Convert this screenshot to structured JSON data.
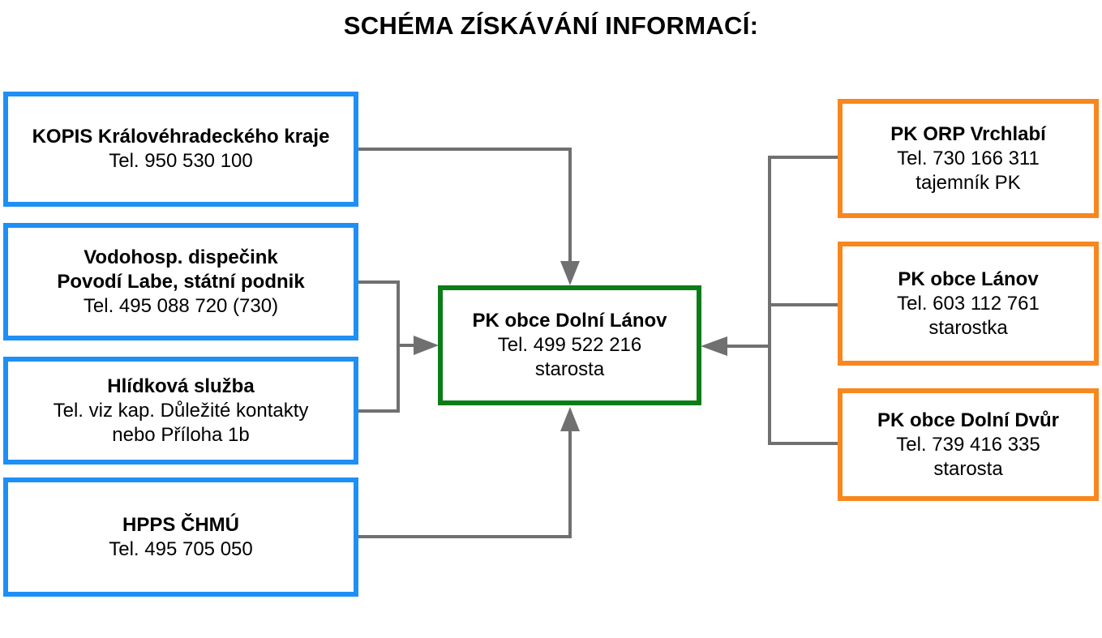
{
  "title": "SCHÉMA ZÍSKÁVÁNÍ INFORMACÍ:",
  "colors": {
    "left_border": "#1e8ff5",
    "right_border": "#f7871e",
    "center_border": "#0b7d18",
    "connector": "#707070"
  },
  "center": {
    "lines": [
      "PK obce Dolní Lánov",
      "Tel. 499 522 216",
      "starosta"
    ]
  },
  "left_boxes": [
    {
      "lines": [
        "KOPIS Královéhradeckého kraje",
        "Tel. 950 530 100"
      ]
    },
    {
      "lines": [
        "Vodohosp. dispečink",
        "Povodí Labe, státní podnik",
        "Tel. 495 088 720 (730)"
      ]
    },
    {
      "lines": [
        "Hlídková služba",
        "Tel. viz kap. Důležité kontakty",
        "nebo Příloha 1b"
      ]
    },
    {
      "lines": [
        "HPPS ČHMÚ",
        "Tel. 495 705 050"
      ]
    }
  ],
  "right_boxes": [
    {
      "lines": [
        "PK ORP Vrchlabí",
        "Tel. 730 166 311",
        "tajemník PK"
      ]
    },
    {
      "lines": [
        "PK obce Lánov",
        "Tel. 603 112 761",
        "starostka"
      ]
    },
    {
      "lines": [
        "PK obce Dolní Dvůr",
        "Tel. 739 416 335",
        "starosta"
      ]
    }
  ]
}
